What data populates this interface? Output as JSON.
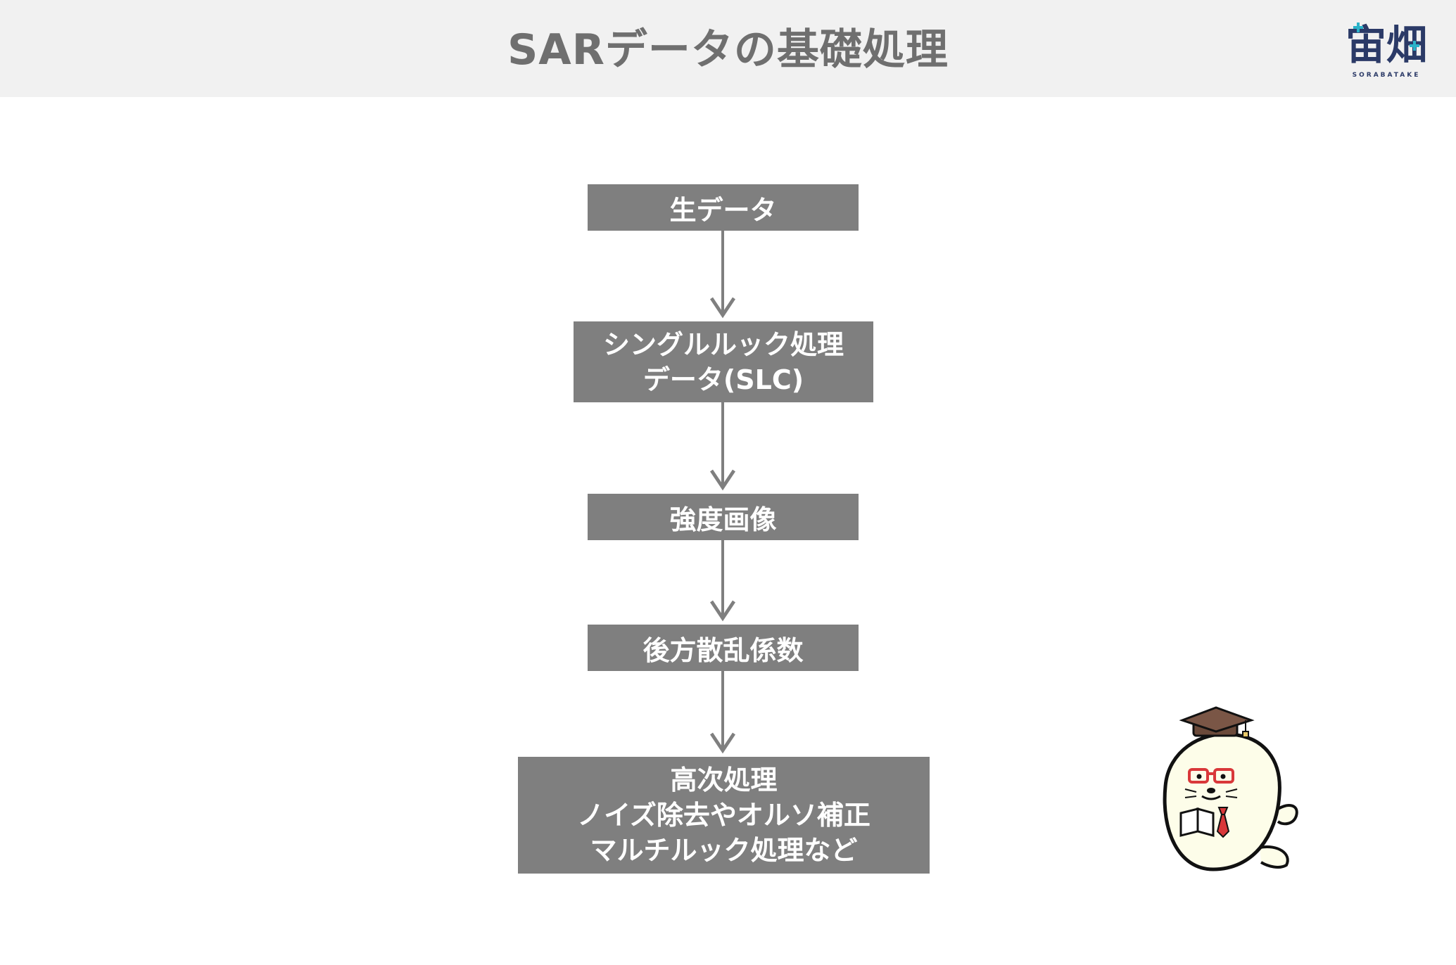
{
  "slide": {
    "title": "SARデータの基礎処理",
    "logo": {
      "text": "宙畑",
      "subtext": "SORABATAKE"
    }
  },
  "flow": {
    "steps": [
      {
        "lines": [
          "生データ"
        ]
      },
      {
        "lines": [
          "シングルルック処理",
          "データ(SLC)"
        ]
      },
      {
        "lines": [
          "強度画像"
        ]
      },
      {
        "lines": [
          "後方散乱係数"
        ]
      },
      {
        "lines": [
          "高次処理",
          "ノイズ除去やオルソ補正",
          "マルチルック処理など"
        ]
      }
    ]
  },
  "colors": {
    "header_bg": "#f1f1f1",
    "title_text": "#6f6f6f",
    "box_fill": "#7f7f7f",
    "box_text": "#ffffff",
    "arrow": "#7f7f7f",
    "logo_blue": "#2b3a67",
    "logo_teal": "#2ab3c9"
  },
  "icons": [
    "sorabatake-logo-icon",
    "mascot-graduate-icon",
    "arrow-down-icon"
  ]
}
